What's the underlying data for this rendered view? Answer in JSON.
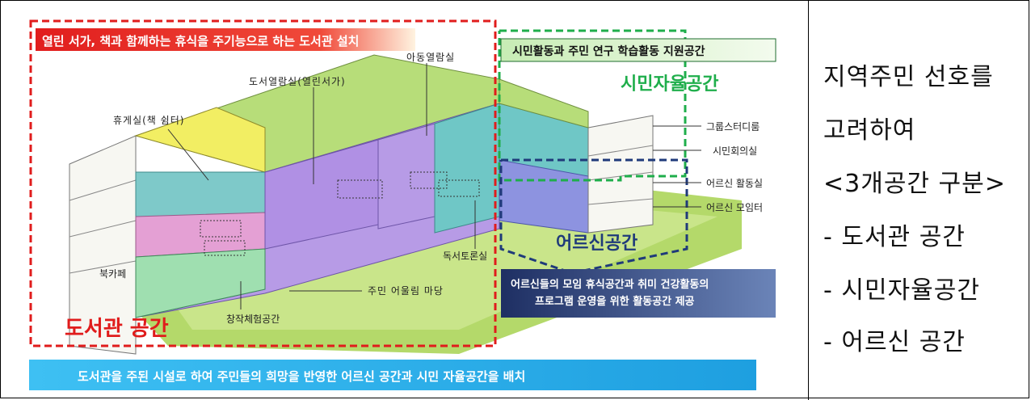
{
  "diagram": {
    "library_banner": "열린 서가, 책과 함께하는 휴식을 주기능으로 하는 도서관 설치",
    "civic_banner": "시민활동과 주민 연구 학습활동 지원공간",
    "civic_title": "시민자율공간",
    "senior_title": "어르신공간",
    "library_title": "도서관 공간",
    "senior_desc_line1": "어르신들의 모임 휴식공간과 취미 건강활동의",
    "senior_desc_line2": "프로그램 운영을 위한 활동공간 제공",
    "bottom_banner": "도서관을 주된 시설로 하여 주민들의 희망을 반영한 어르신 공간과 시민 자율공간을 배치",
    "labels": {
      "kids_reading": "아동열람실",
      "library_reading": "도서열람실(열린서가)",
      "lounge": "휴게실(책 쉼터)",
      "group_study": "그룹스터디룸",
      "citizen_meeting": "시민회의실",
      "senior_activity": "어르신 활동실",
      "senior_lounge": "어르신 모임터",
      "book_cafe": "북카페",
      "reading_debate": "독서토론실",
      "resident_yard": "주민 어울림 마당",
      "creative_space": "창작체험공간"
    },
    "colors": {
      "library_red": "#e01c1c",
      "civic_green": "#1fae4b",
      "senior_navy": "#1f3a7a",
      "banner_blue": "#35b7ef"
    }
  },
  "side_panel": {
    "lines": [
      "지역주민 선호를",
      "고려하여",
      "<3개공간 구분>",
      "- 도서관 공간",
      "- 시민자율공간",
      "- 어르신 공간"
    ]
  }
}
